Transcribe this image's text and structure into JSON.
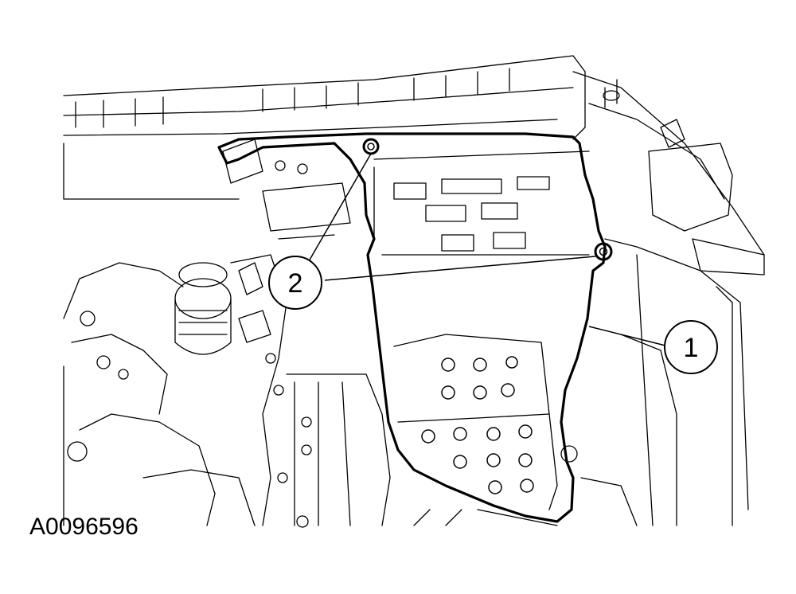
{
  "figure": {
    "id": "A0096596",
    "line_color": "#000000",
    "background": "#ffffff"
  },
  "callouts": [
    {
      "label": "1"
    },
    {
      "label": "2"
    }
  ]
}
